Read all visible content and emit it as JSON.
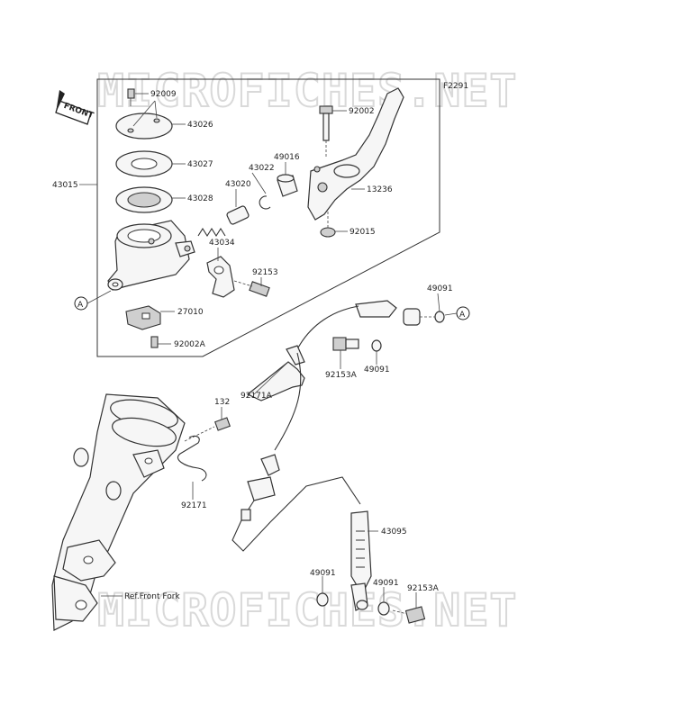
{
  "figure_code": "F2291",
  "watermark": "MICROFICHES.NET",
  "front_label": "FRONT",
  "ref_label": "Ref.Front Fork",
  "ref_marker": "A",
  "parts": {
    "p92009": "92009",
    "p43026": "43026",
    "p43027": "43027",
    "p43028": "43028",
    "p43015": "43015",
    "p43022": "43022",
    "p49016": "49016",
    "p43020": "43020",
    "p43034": "43034",
    "p92002": "92002",
    "p13236": "13236",
    "p92015": "92015",
    "p92153": "92153",
    "p27010": "27010",
    "p92002A": "92002A",
    "p49091a": "49091",
    "p92171A": "92171A",
    "p92153Aa": "92153A",
    "p49091b": "49091",
    "p132": "132",
    "p92171": "92171",
    "p43095": "43095",
    "p49091c": "49091",
    "p49091d": "49091",
    "p92153Ab": "92153A"
  }
}
